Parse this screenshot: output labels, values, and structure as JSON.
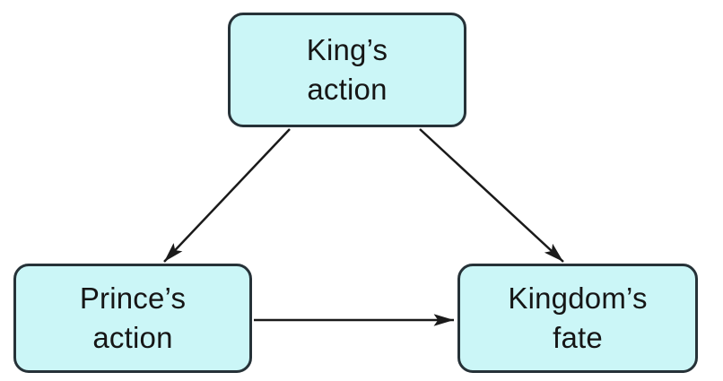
{
  "diagram": {
    "title": "king-prince-kingdom causal diagram",
    "background_color": "#ffffff",
    "node_fill_color": "#cbf6f7",
    "node_border_color": "#263238",
    "arrow_color": "#1a1a1a"
  },
  "nodes": [
    {
      "id": "kings-action",
      "label": "King’s action",
      "lines": [
        "King’s",
        "action"
      ]
    },
    {
      "id": "princes-action",
      "label": "Prince’s action",
      "lines": [
        "Prince’s",
        "action"
      ]
    },
    {
      "id": "kingdoms-fate",
      "label": "Kingdom’s fate",
      "lines": [
        "Kingdom’s",
        "fate"
      ]
    }
  ],
  "edges": [
    {
      "from": "kings-action",
      "to": "princes-action"
    },
    {
      "from": "kings-action",
      "to": "kingdoms-fate"
    },
    {
      "from": "princes-action",
      "to": "kingdoms-fate"
    }
  ]
}
